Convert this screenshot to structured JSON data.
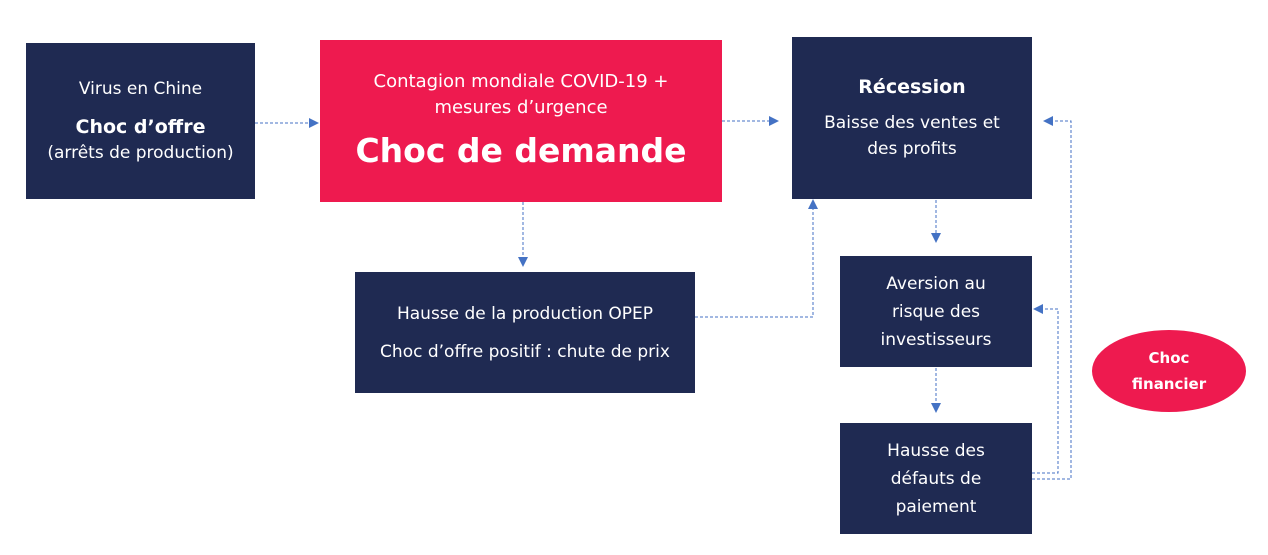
{
  "nodes": {
    "virus": {
      "line1": "Virus en Chine",
      "line2": "Choc d’offre",
      "line3": "(arrêts de production)"
    },
    "contagion": {
      "line1": "Contagion mondiale COVID-19 +",
      "line2": "mesures d’urgence",
      "headline": "Choc de demande"
    },
    "recession": {
      "title": "Récession",
      "line1": "Baisse des ventes et",
      "line2": "des profits"
    },
    "opep": {
      "line1": "Hausse de la production OPEP",
      "line2": "Choc d’offre positif : chute de prix"
    },
    "aversion": {
      "line1": "Aversion au",
      "line2": "risque des",
      "line3": "investisseurs"
    },
    "defauts": {
      "line1": "Hausse des",
      "line2": "défauts de",
      "line3": "paiement"
    },
    "choc_financier": {
      "line1": "Choc",
      "line2": "financier"
    }
  },
  "colors": {
    "navy": "#1f2a52",
    "red": "#ee1a4f",
    "arrow": "#4472c4"
  }
}
